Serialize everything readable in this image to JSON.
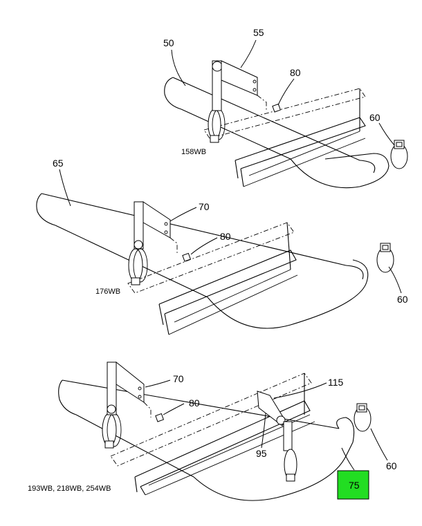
{
  "callouts": {
    "top_50": "50",
    "top_55": "55",
    "top_80": "80",
    "top_60": "60",
    "mid_65": "65",
    "mid_70": "70",
    "mid_80": "80",
    "mid_60": "60",
    "bot_70": "70",
    "bot_80": "80",
    "bot_115": "115",
    "bot_95": "95",
    "bot_60": "60",
    "bot_75": "75"
  },
  "wheelbase_labels": {
    "top": "158WB",
    "middle": "176WB",
    "bottom": "193WB, 218WB, 254WB"
  },
  "colors": {
    "highlight": "#22dd22",
    "lines": "#000000",
    "background": "#ffffff"
  }
}
